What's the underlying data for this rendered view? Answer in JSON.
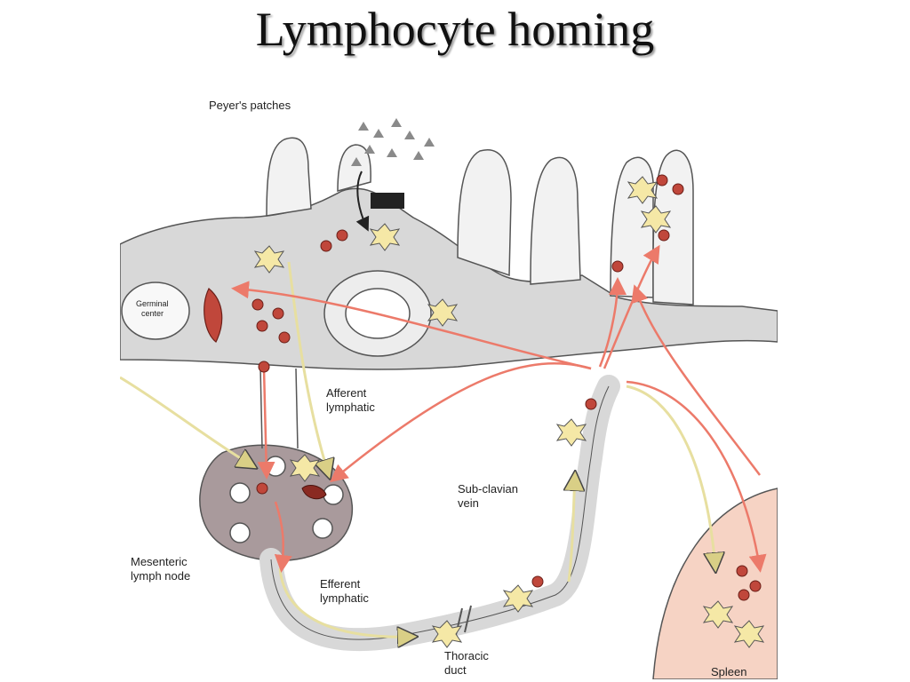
{
  "slide": {
    "title": "Lymphocyte homing"
  },
  "diagram": {
    "labels": {
      "peyers_patches": "Peyer's patches",
      "germinal_line1": "Germinal",
      "germinal_line2": "center",
      "afferent_line1": "Afferent",
      "afferent_line2": "lymphatic",
      "subclavian_line1": "Sub-clavian",
      "subclavian_line2": "vein",
      "mesenteric_line1": "Mesenteric",
      "mesenteric_line2": "lymph node",
      "efferent_line1": "Efferent",
      "efferent_line2": "lymphatic",
      "thoracic_line1": "Thoracic",
      "thoracic_line2": "duct",
      "spleen": "Spleen"
    },
    "colors": {
      "tissue": "#d8d8d8",
      "tissue_outline": "#555555",
      "epithelium": "#f2f2f2",
      "lymph_node": "#a99a9c",
      "spleen": "#f6d3c4",
      "lymphocyte": "#c0473b",
      "dendritic_cell": "#f5e8a6",
      "blood_arrow": "#ec7a6a",
      "lymph_arrow": "#e7dfa0",
      "antigen": "#8a8a8a"
    }
  }
}
